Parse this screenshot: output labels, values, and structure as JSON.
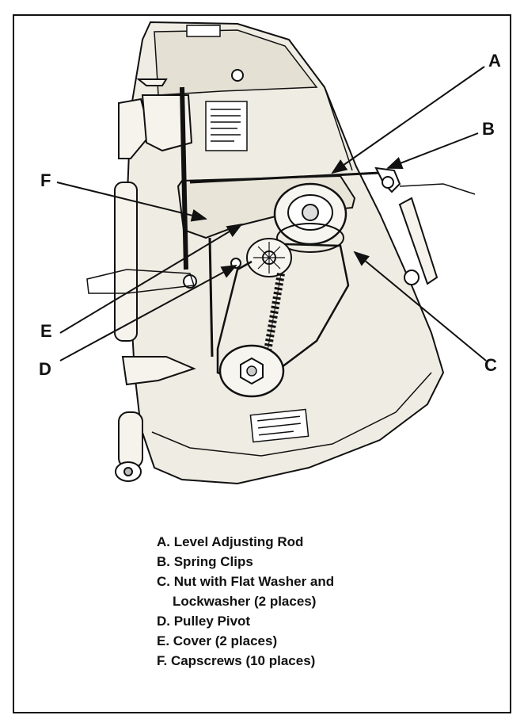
{
  "callouts": {
    "a": "A",
    "b": "B",
    "c": "C",
    "d": "D",
    "e": "E",
    "f": "F"
  },
  "legend": {
    "a": "A. Level Adjusting Rod",
    "b": "B. Spring Clips",
    "c_line1": "C. Nut with Flat Washer and",
    "c_line2": "Lockwasher (2 places)",
    "d": "D. Pulley Pivot",
    "e": "E. Cover (2 places)",
    "f": "F. Capscrews (10 places)"
  }
}
